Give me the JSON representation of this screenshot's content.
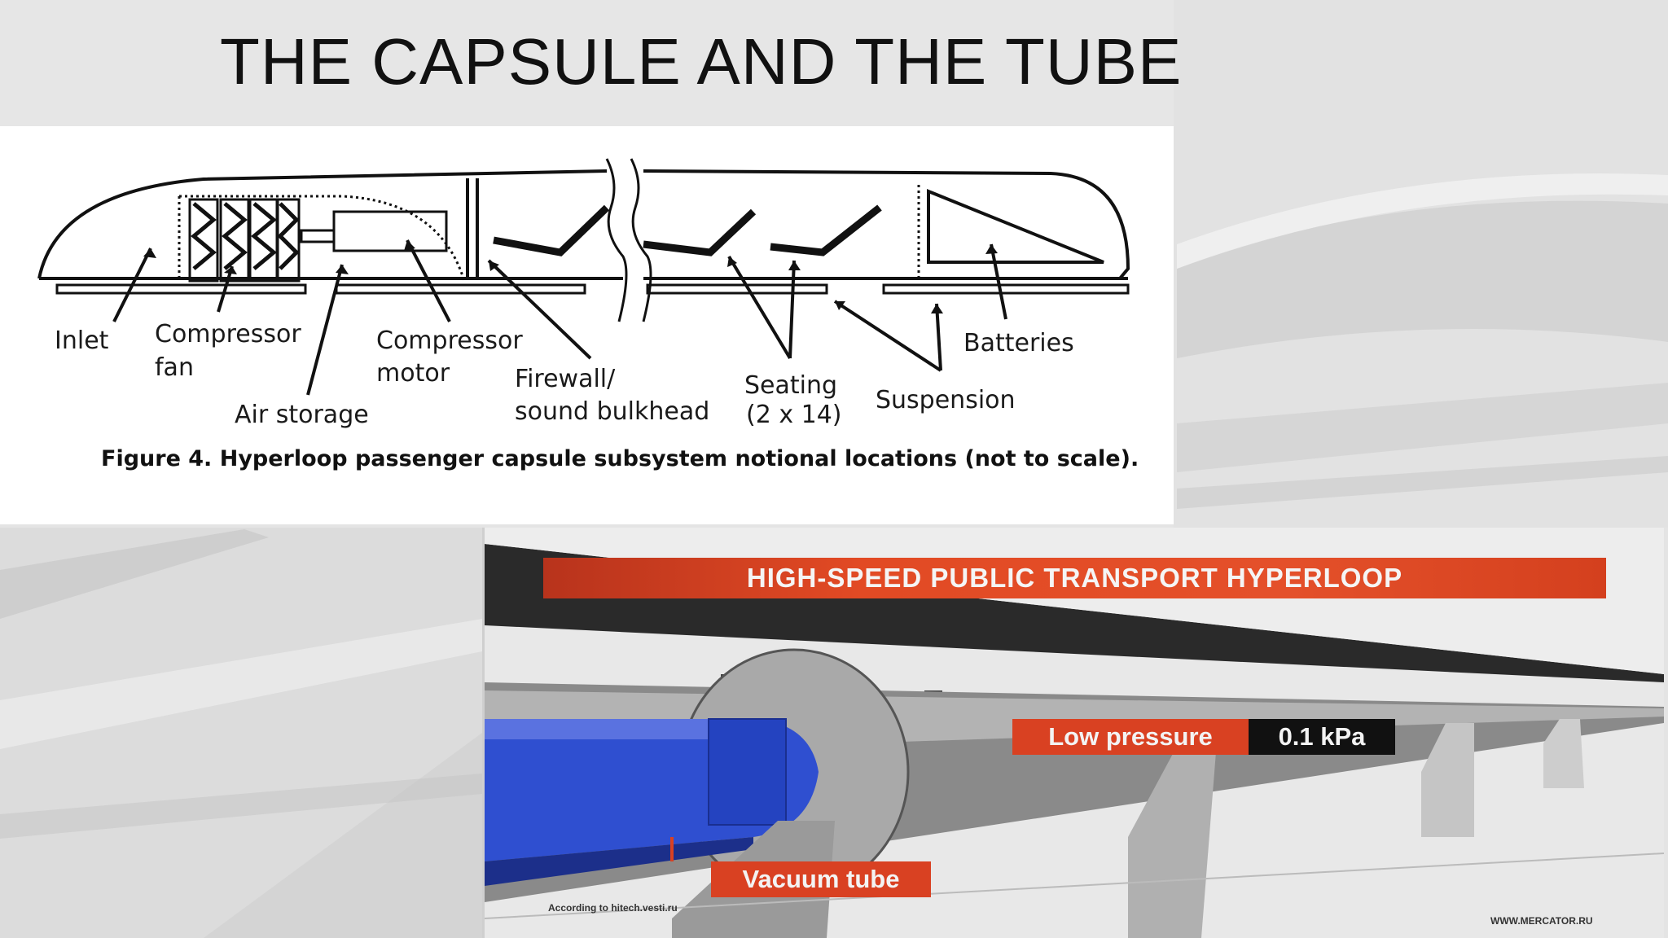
{
  "slide": {
    "title": "THE CAPSULE AND THE TUBE"
  },
  "figure": {
    "labels": {
      "inlet": "Inlet",
      "compressor_fan_1": "Compressor",
      "compressor_fan_2": "fan",
      "compressor_motor_1": "Compressor",
      "compressor_motor_2": "motor",
      "air_storage": "Air storage",
      "firewall_1": "Firewall/",
      "firewall_2": "sound bulkhead",
      "seating_1": "Seating",
      "seating_2": "(2 x 14)",
      "suspension": "Suspension",
      "batteries": "Batteries"
    },
    "caption": "Figure 4. Hyperloop passenger capsule subsystem notional locations (not to scale)."
  },
  "photo": {
    "banner": "HIGH-SPEED PUBLIC TRANSPORT HYPERLOOP",
    "low_pressure_label": "Low pressure",
    "low_pressure_value": "0.1 kPa",
    "vacuum_tube_label": "Vacuum tube",
    "credit_left": "According to hitech.vesti.ru",
    "credit_right": "WWW.MERCATOR.RU"
  },
  "colors": {
    "banner_red": "#e24a24",
    "capsule_blue": "#2f4fd0"
  }
}
